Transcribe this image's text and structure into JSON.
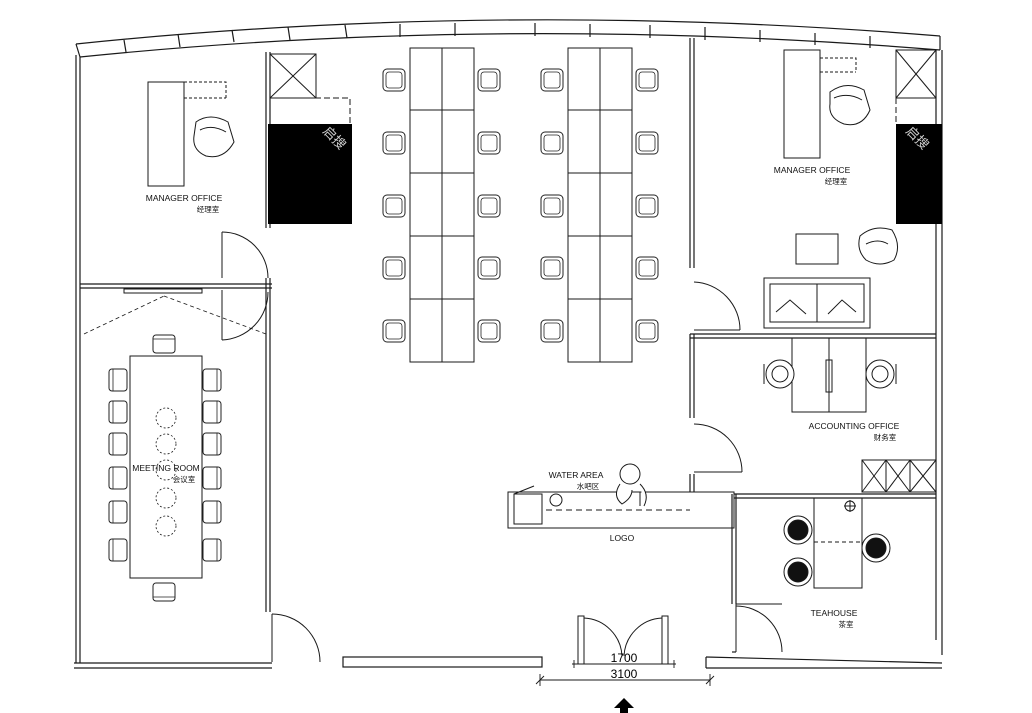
{
  "rooms": {
    "manager_office_left": {
      "en": "MANAGER OFFICE",
      "cn": "经理室"
    },
    "manager_office_right": {
      "en": "MANAGER OFFICE",
      "cn": "经理室"
    },
    "meeting_room": {
      "en": "MEETING ROOM",
      "cn": "会议室"
    },
    "accounting_office": {
      "en": "ACCOUNTING OFFICE",
      "cn": "财务室"
    },
    "water_area": {
      "en": "WATER AREA",
      "cn": "水吧区"
    },
    "teahouse": {
      "en": "TEAHOUSE",
      "cn": "茶室"
    },
    "logo": {
      "en": "LOGO"
    }
  },
  "dimensions": {
    "inner": "1700",
    "outer": "3100"
  },
  "watermark": {
    "text": "启搜"
  },
  "colors": {
    "line": "#1a1a1a",
    "fill_dark": "#000000",
    "watermark": "#cfcfcf"
  }
}
